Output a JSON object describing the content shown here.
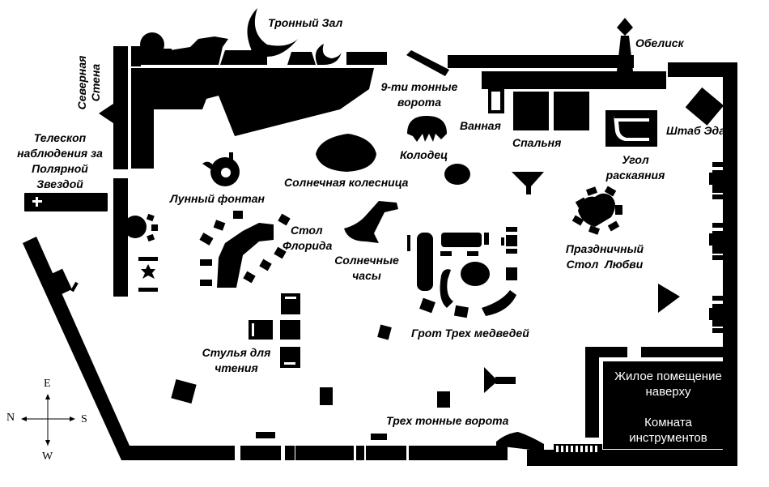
{
  "map": {
    "colors": {
      "ink": "#000000",
      "paper": "#ffffff"
    },
    "labels": {
      "throne_hall": "Тронный Зал",
      "north_wall_line1": "Северная",
      "north_wall_line2": "Стена",
      "telescope_line1": "Телескоп",
      "telescope_line2": "наблюдения за",
      "telescope_line3": "Полярной",
      "telescope_line4": "Звездой",
      "nine_ton_gate_line1": "9-ти тонные",
      "nine_ton_gate_line2": "ворота",
      "obelisk": "Обелиск",
      "bathroom": "Ванная",
      "bedroom": "Спальня",
      "well": "Колодец",
      "eds_hq": "Штаб Эда",
      "repentance_corner_line1": "Угол",
      "repentance_corner_line2": "раскаяния",
      "sun_chariot": "Солнечная колесница",
      "moon_fountain": "Лунный фонтан",
      "florida_table_line1": "Стол",
      "florida_table_line2": "Флорида",
      "sundial_line1": "Солнечные",
      "sundial_line2": "часы",
      "love_table_line1": "Праздничный",
      "love_table_line2": "Стол  Любви",
      "three_bears_grotto": "Грот Трех медведей",
      "reading_chairs_line1": "Стулья для",
      "reading_chairs_line2": "чтения",
      "three_ton_gate": "Трех тонные ворота",
      "living_quarters_line1": "Жилое помещение",
      "living_quarters_line2": "наверху",
      "tool_room_line1": "Комната",
      "tool_room_line2": "инструментов"
    },
    "compass": {
      "top": "E",
      "left": "N",
      "right": "S",
      "bottom": "W"
    }
  }
}
